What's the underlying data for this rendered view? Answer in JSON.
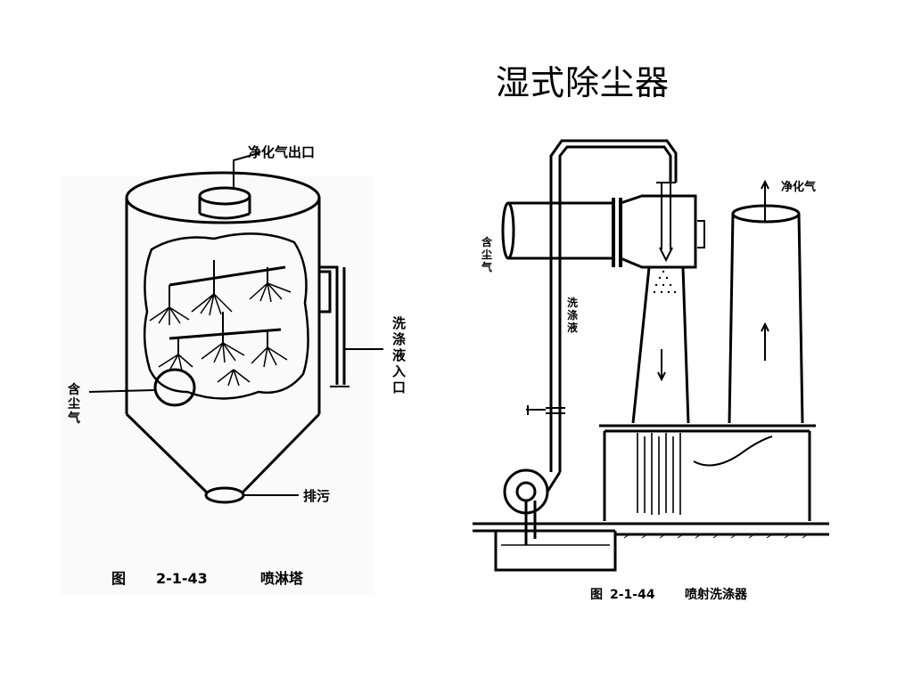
{
  "slide": {
    "title": "湿式除尘器"
  },
  "fig1": {
    "outlet_label": "净化气出口",
    "inlet_label_lines": [
      "含",
      "尘",
      "气"
    ],
    "liquid_inlet_lines": [
      "洗",
      "涤",
      "液",
      "入",
      "口"
    ],
    "drain_label": "排污",
    "caption_prefix": "图",
    "caption_number": "2-1-43",
    "caption_name": "喷淋塔"
  },
  "fig2": {
    "clean_gas_label": "净化气",
    "inlet_label_lines": [
      "含",
      "尘",
      "气"
    ],
    "liquid_label_lines": [
      "洗",
      "涤",
      "液"
    ],
    "caption_prefix": "图",
    "caption_number": "2-1-44",
    "caption_name": "喷射洗涤器"
  }
}
